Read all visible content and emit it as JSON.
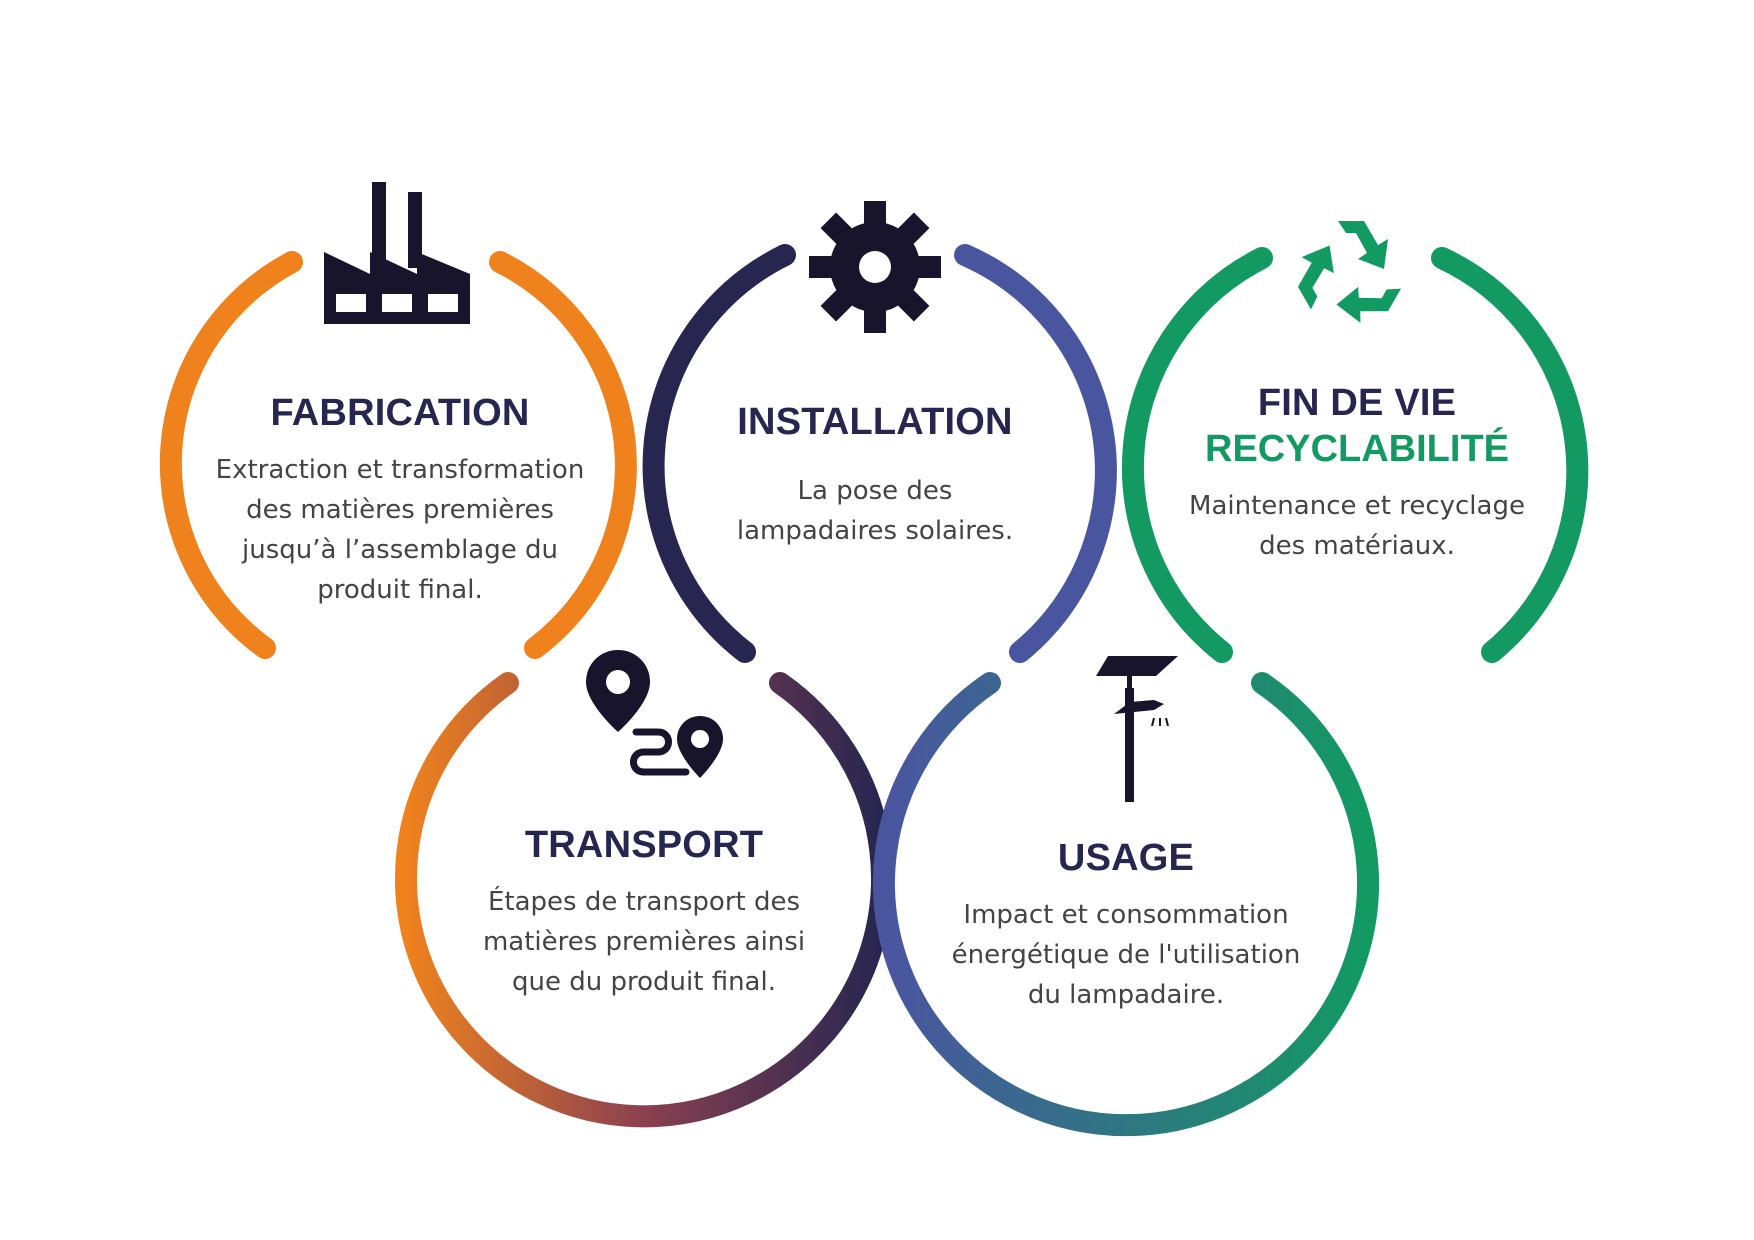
{
  "stages": [
    {
      "id": "fabrication",
      "title": "FABRICATION",
      "subtitle": "",
      "description": [
        "Extraction et transformation",
        "des matières premières",
        "jusqu’à l’assemblage du",
        "produit final."
      ],
      "icon": "factory-icon",
      "color": "#ef821d"
    },
    {
      "id": "installation",
      "title": "INSTALLATION",
      "subtitle": "",
      "description": [
        "La pose des",
        "lampadaires solaires."
      ],
      "icon": "gear-icon",
      "color_start": "#262650",
      "color_end": "#4a55a0"
    },
    {
      "id": "fin-de-vie",
      "title": "FIN DE VIE",
      "subtitle": "RECYCLABILITÉ",
      "description": [
        "Maintenance et recyclage",
        "des matériaux."
      ],
      "icon": "recycle-icon",
      "color": "#129a62"
    },
    {
      "id": "transport",
      "title": "TRANSPORT",
      "subtitle": "",
      "description": [
        "Étapes de transport des",
        "matières premières ainsi",
        "que du produit final."
      ],
      "icon": "route-pins-icon",
      "color_start": "#ef821d",
      "color_end": "#262650"
    },
    {
      "id": "usage",
      "title": "USAGE",
      "subtitle": "",
      "description": [
        "Impact et consommation",
        "énergétique de l'utilisation",
        "du lampadaire."
      ],
      "icon": "solar-streetlight-icon",
      "color_start": "#4a55a0",
      "color_end": "#129a62"
    }
  ],
  "colors": {
    "orange": "#ef821d",
    "navy": "#262650",
    "indigo": "#4a55a0",
    "green": "#129a62",
    "icon_dark": "#17142b",
    "text": "#444444"
  }
}
